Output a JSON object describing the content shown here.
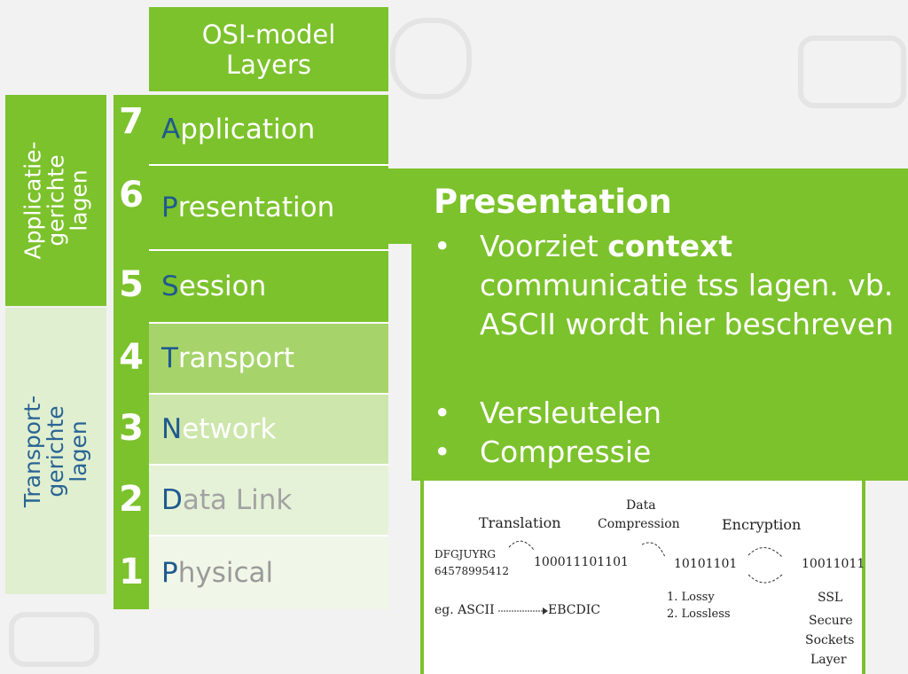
{
  "title": {
    "line1": "OSI-model",
    "line2": "Layers"
  },
  "groups": {
    "application": {
      "line1": "Applicatie-",
      "line2": "gerichte",
      "line3": "lagen"
    },
    "transport": {
      "line1": "Transport-",
      "line2": "gerichte",
      "line3": "lagen"
    }
  },
  "layers": [
    {
      "num": "7",
      "initial": "A",
      "rest": "pplication"
    },
    {
      "num": "6",
      "initial": "P",
      "rest": "resentation"
    },
    {
      "num": "5",
      "initial": "S",
      "rest": "ession"
    },
    {
      "num": "4",
      "initial": "T",
      "rest": "ransport"
    },
    {
      "num": "3",
      "initial": "N",
      "rest": "etwork"
    },
    {
      "num": "2",
      "initial": "D",
      "rest": "ata Link"
    },
    {
      "num": "1",
      "initial": "P",
      "rest": "hysical"
    }
  ],
  "panel": {
    "title": "Presentation",
    "bullet": "•",
    "b1_pre": "Voorziet ",
    "b1_bold": "context",
    "b1_post": " communicatie tss lagen. vb. ASCII wordt hier beschreven",
    "b2": "Versleutelen",
    "b3": "Compressie"
  },
  "figure": {
    "translation": "Translation",
    "data": "Data",
    "compression": "Compression",
    "encryption": "Encryption",
    "src1": "DFGJUYRG",
    "src2": "64578995412",
    "bin1": "100011101101",
    "bin2": "10101101",
    "bin3": "10011011",
    "lossy": "1. Lossy",
    "lossless": "2. Lossless",
    "ssl": "SSL",
    "secure": "Secure",
    "sockets": "Sockets",
    "layer": "Layer",
    "ascii": "eg. ASCII",
    "ebcdic": "EBCDIC"
  },
  "colors": {
    "green": "#7cc22c",
    "blue": "#1f5a8e"
  }
}
